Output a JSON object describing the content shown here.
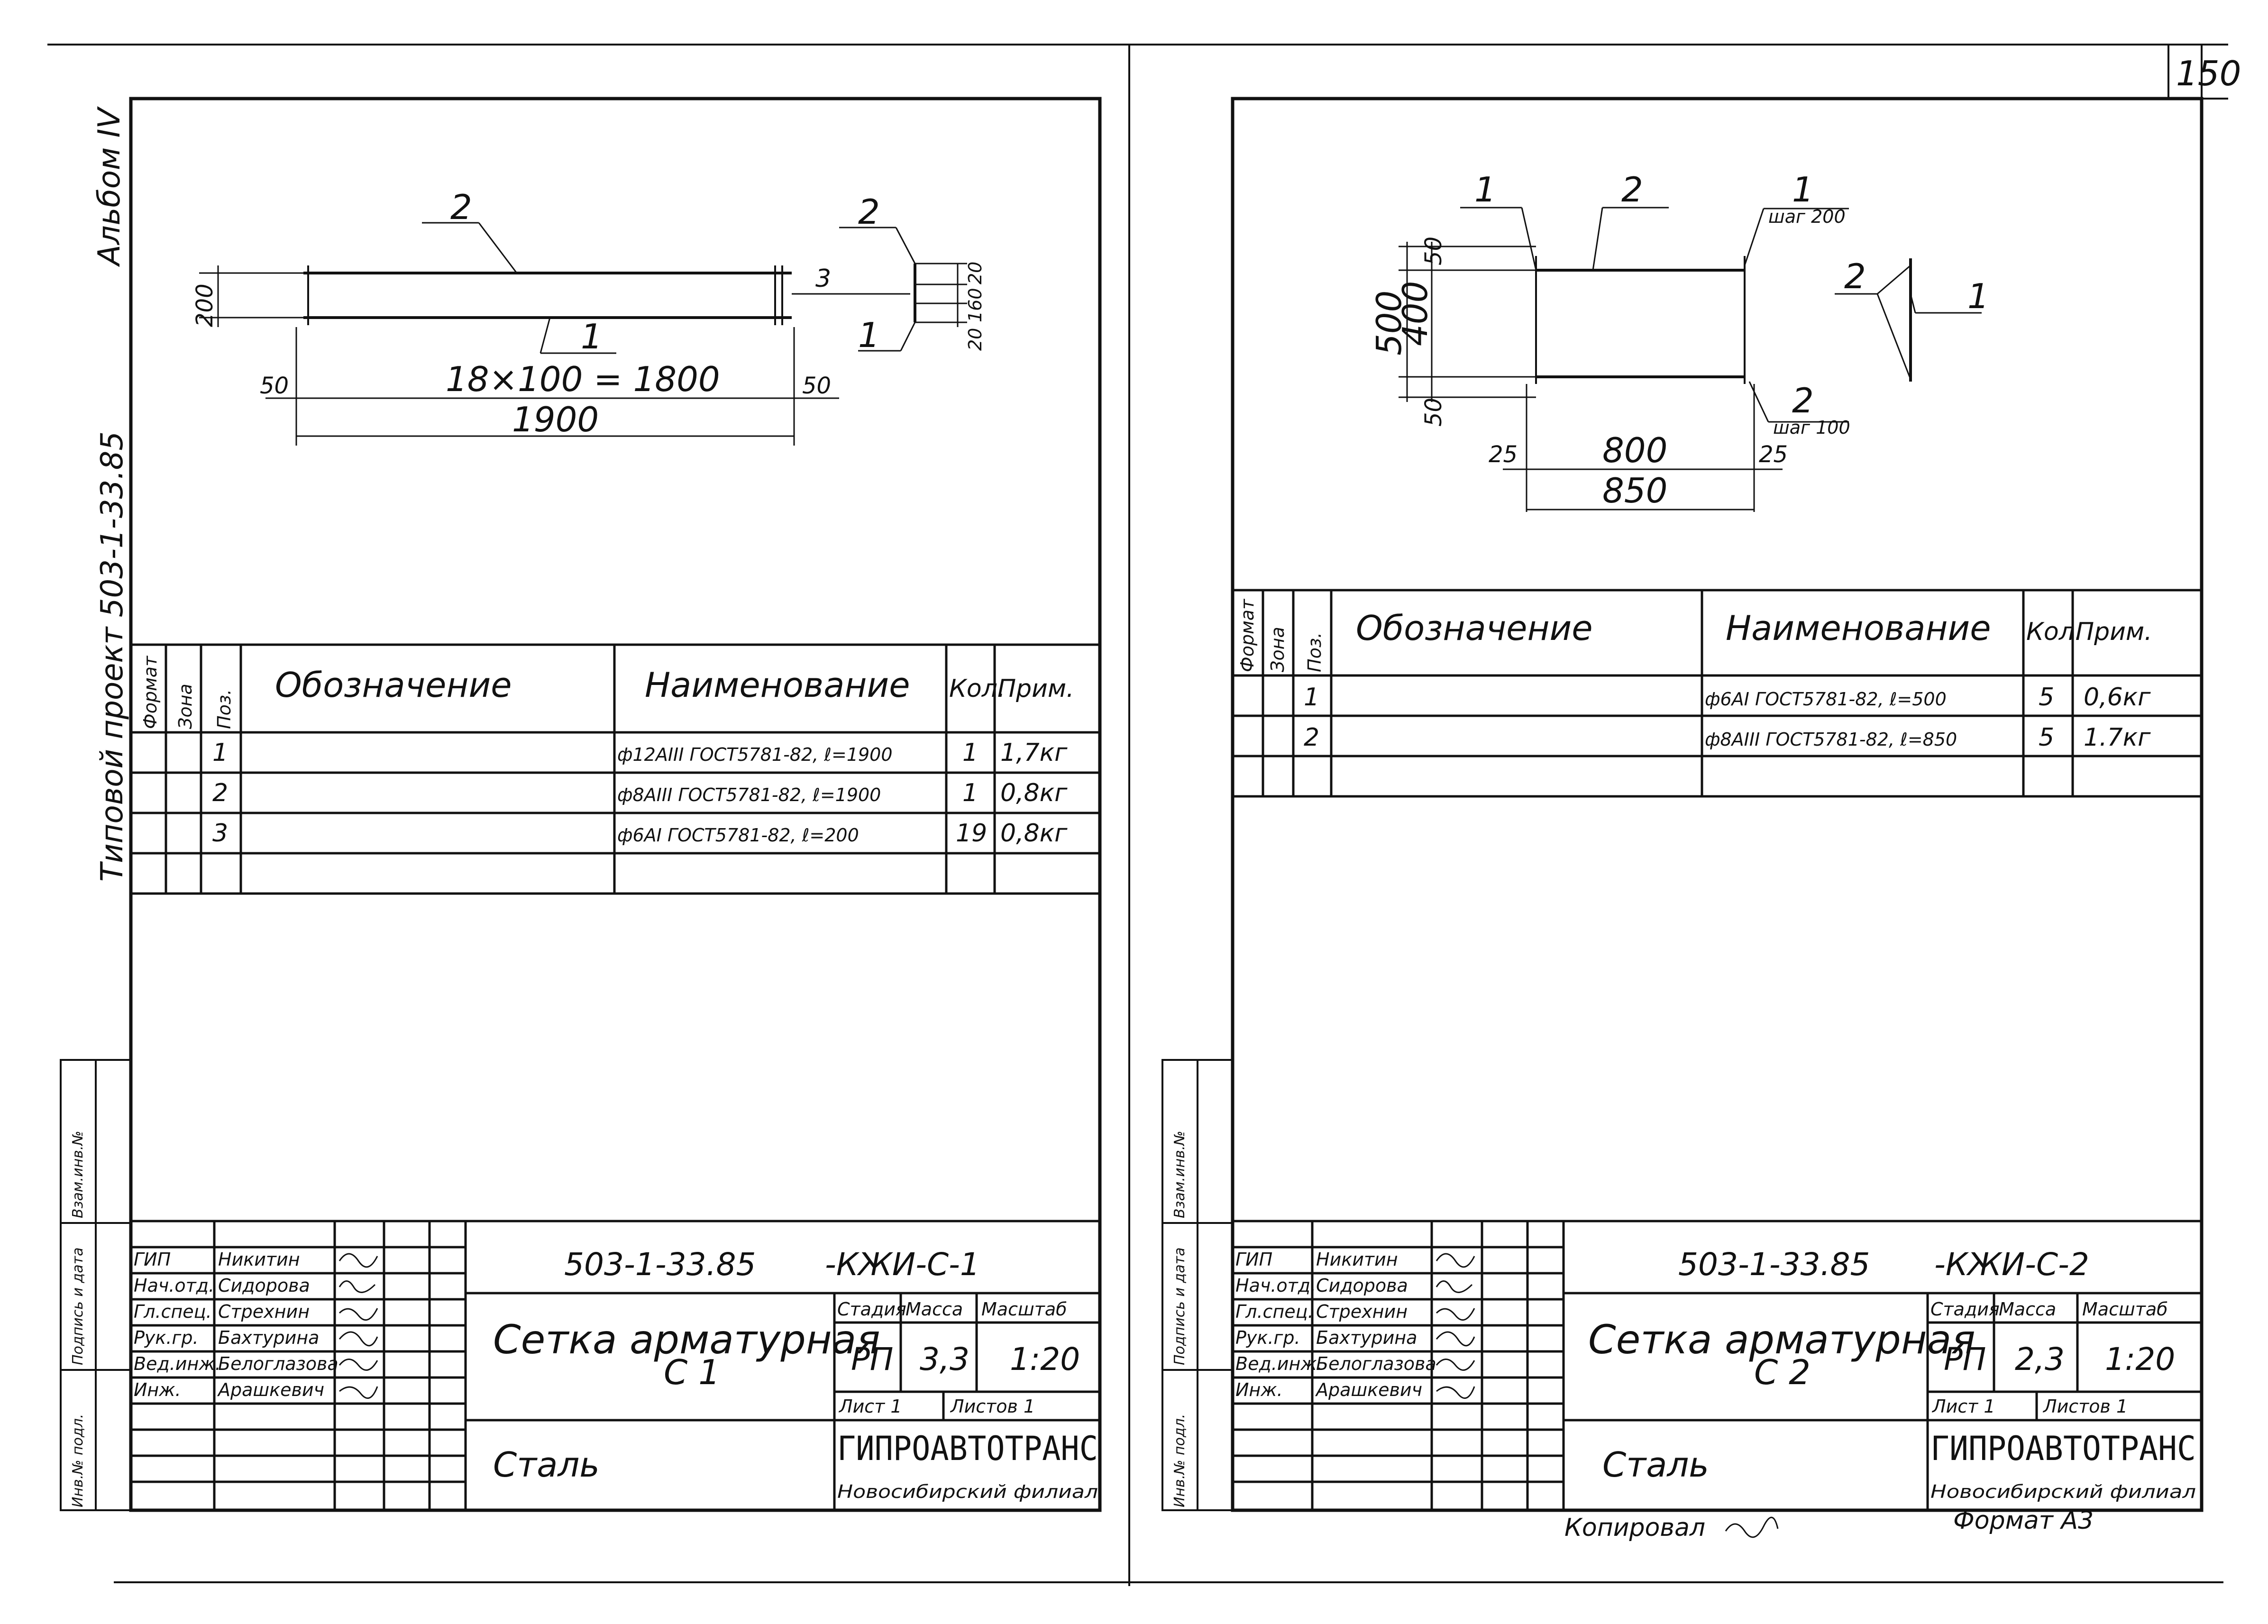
{
  "page_number": "150",
  "side_text": {
    "album": "Альбом IV",
    "project": "Типовой проект 503-1-33.85",
    "stamp_labels": [
      "Инв.№ подл.",
      "Подпись и дата",
      "Взам.инв.№"
    ]
  },
  "sheet1": {
    "drawing": {
      "labels": [
        "2",
        "1",
        "3",
        "2",
        "1"
      ],
      "dims": [
        "200",
        "18×100 = 1800",
        "50",
        "50",
        "1900",
        "20",
        "160",
        "20"
      ]
    },
    "spec": {
      "headers": {
        "format": "Формат",
        "zone": "Зона",
        "pos": "Поз.",
        "designation": "Обозначение",
        "name": "Наименование",
        "qty": "Кол.",
        "note": "Прим."
      },
      "rows": [
        {
          "pos": "1",
          "name": "ф12АIII ГОСТ5781-82, ℓ=1900",
          "qty": "1",
          "note": "1,7кг"
        },
        {
          "pos": "2",
          "name": "ф8АIII ГОСТ5781-82, ℓ=1900",
          "qty": "1",
          "note": "0,8кг"
        },
        {
          "pos": "3",
          "name": "ф6АI ГОСТ5781-82, ℓ=200",
          "qty": "19",
          "note": "0,8кг"
        }
      ]
    },
    "title_block": {
      "roles": [
        "ГИП",
        "Нач.отд.",
        "Гл.спец.",
        "Рук.гр.",
        "Вед.инж.",
        "Инж."
      ],
      "names": [
        "Никитин",
        "Сидорова",
        "Стрехнин",
        "Бахтурина",
        "Белоглазова",
        "Арашкевич"
      ],
      "code": "503-1-33.85",
      "mark": "-КЖИ-С-1",
      "title": "Сетка арматурная",
      "subtitle": "С 1",
      "material": "Сталь",
      "col_headers": [
        "Стадия",
        "Масса",
        "Масштаб"
      ],
      "stage": "РП",
      "mass": "3,3",
      "scale": "1:20",
      "sheet": "Лист 1",
      "sheets": "Листов 1",
      "org": "ГИПРОАВТОТРАНС",
      "branch": "Новосибирский филиал"
    }
  },
  "sheet2": {
    "drawing": {
      "labels": [
        "1",
        "2",
        "1",
        "2",
        "1",
        "2"
      ],
      "step_labels": [
        "шаг 200",
        "шаг 100"
      ],
      "dims": [
        "50",
        "500",
        "400",
        "50",
        "25",
        "800",
        "25",
        "850"
      ]
    },
    "spec": {
      "headers": {
        "format": "Формат",
        "zone": "Зона",
        "pos": "Поз.",
        "designation": "Обозначение",
        "name": "Наименование",
        "qty": "Кол.",
        "note": "Прим."
      },
      "rows": [
        {
          "pos": "1",
          "name": "ф6АI ГОСТ5781-82, ℓ=500",
          "qty": "5",
          "note": "0,6кг"
        },
        {
          "pos": "2",
          "name": "ф8АIII ГОСТ5781-82, ℓ=850",
          "qty": "5",
          "note": "1.7кг"
        }
      ]
    },
    "title_block": {
      "roles": [
        "ГИП",
        "Нач.отд.",
        "Гл.спец.",
        "Рук.гр.",
        "Вед.инж.",
        "Инж."
      ],
      "names": [
        "Никитин",
        "Сидорова",
        "Стрехнин",
        "Бахтурина",
        "Белоглазова",
        "Арашкевич"
      ],
      "code": "503-1-33.85",
      "mark": "-КЖИ-С-2",
      "title": "Сетка арматурная",
      "subtitle": "С 2",
      "material": "Сталь",
      "col_headers": [
        "Стадия",
        "Масса",
        "Масштаб"
      ],
      "stage": "РП",
      "mass": "2,3",
      "scale": "1:20",
      "sheet": "Лист 1",
      "sheets": "Листов 1",
      "org": "ГИПРОАВТОТРАНС",
      "branch": "Новосибирский филиал"
    }
  },
  "footer": {
    "copied": "Копировал",
    "format": "Формат А3"
  }
}
